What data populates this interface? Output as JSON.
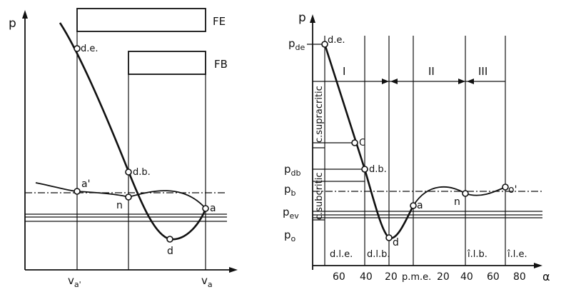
{
  "left_diagram": {
    "axis_y_label": "p",
    "boxes": {
      "fe": "FE",
      "fb": "FB"
    },
    "points": {
      "de": "d.e.",
      "db": "d.b.",
      "a_prime": "a'",
      "n": "n",
      "d": "d",
      "a": "a"
    },
    "x_ticks": {
      "va_prime": "v",
      "va_prime_sub": "a'",
      "va": "v",
      "va_sub": "a"
    }
  },
  "right_diagram": {
    "axis_y_label": "p",
    "axis_x_label": "α",
    "y_labels": {
      "pde": "p",
      "pde_sub": "de",
      "pdb": "p",
      "pdb_sub": "db",
      "pb": "p",
      "pb_sub": "b",
      "pev": "p",
      "pev_sub": "ev",
      "po": "p",
      "po_sub": "o"
    },
    "zones": {
      "supracritic": "c.supracritic",
      "subcritic": "c.subcritic"
    },
    "phases": {
      "I": "I",
      "II": "II",
      "III": "III"
    },
    "points": {
      "de": "d.e.",
      "c": "C",
      "db": "d.b.",
      "d": "d",
      "a": "a",
      "n": "n",
      "o_prime": "o'"
    },
    "markers": {
      "dle": "d.l.e.",
      "dlb": "d.l.b.",
      "ilb": "î.l.b.",
      "ile": "î.l.e."
    },
    "x_ticks": {
      "t60a": "60",
      "t40a": "40",
      "t20a": "20",
      "pme": "p.m.e.",
      "t20b": "20",
      "t40b": "40",
      "t60b": "60",
      "t80": "80"
    }
  }
}
